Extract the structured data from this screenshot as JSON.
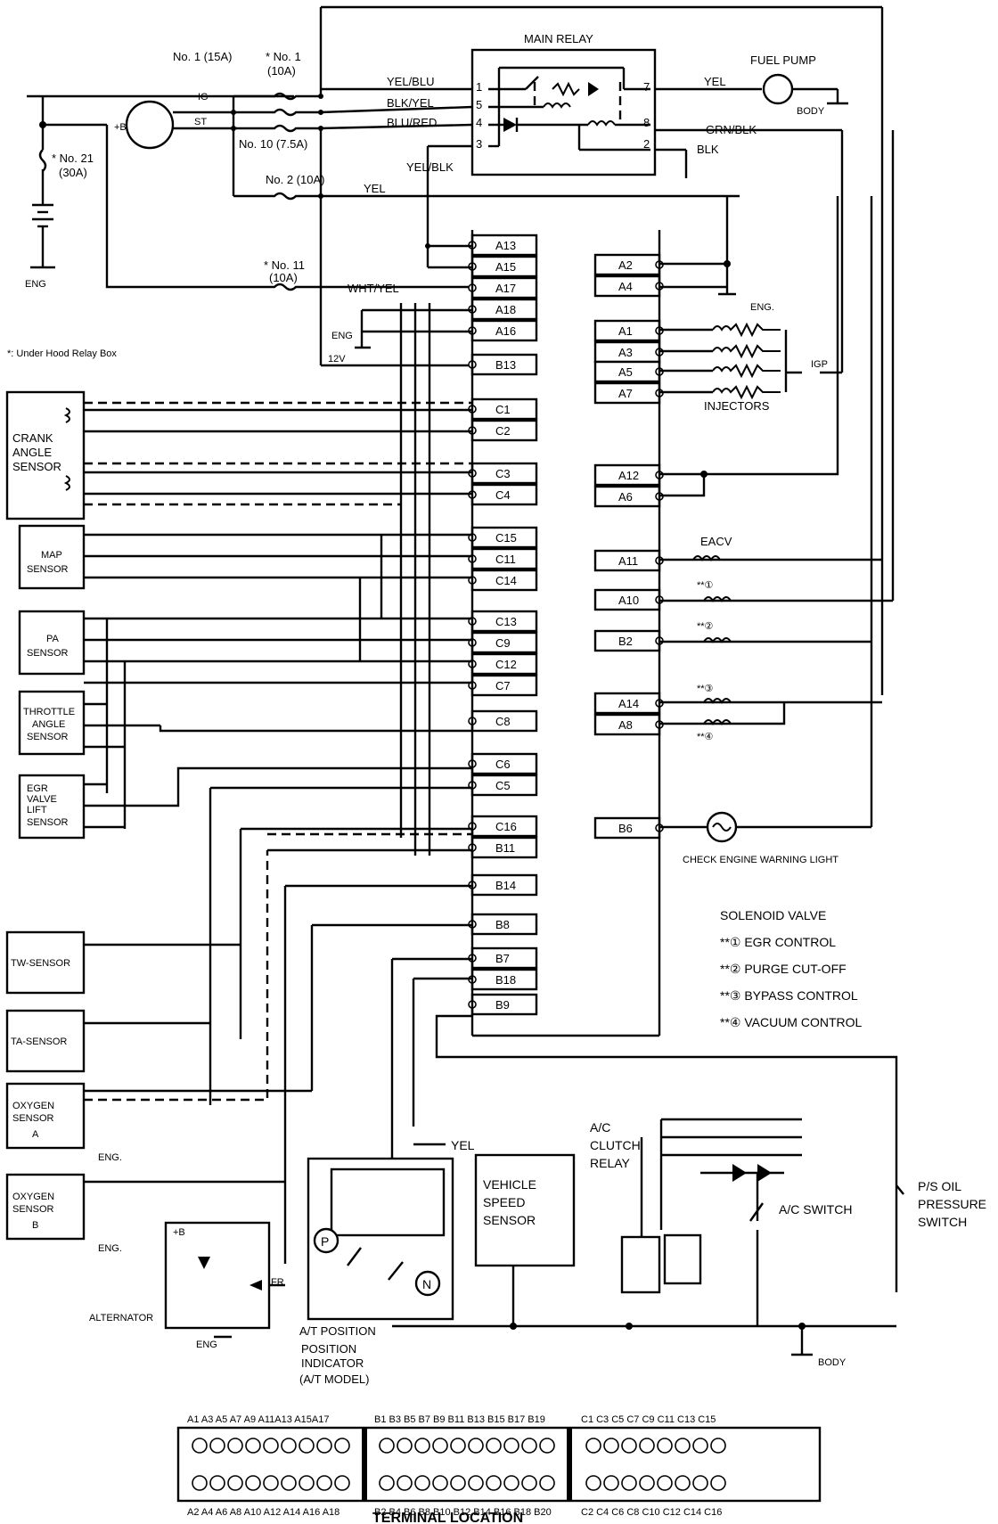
{
  "relay_box_note": "*: Under Hood Relay Box",
  "fuses": {
    "f1": "No. 1 (15A)",
    "f1b_a": "* No. 1",
    "f1b_b": "(10A)",
    "f10": "No. 10 (7.5A)",
    "f2": "No. 2 (10A)",
    "f21_a": "* No. 21",
    "f21_b": "(30A)",
    "f11_a": "* No. 11",
    "f11_b": "(10A)"
  },
  "ignition": {
    "b": "+B",
    "ig": "IG",
    "st": "ST"
  },
  "main_relay": {
    "title": "MAIN RELAY",
    "pins": [
      "1",
      "5",
      "4",
      "3",
      "7",
      "8",
      "2"
    ]
  },
  "wires": {
    "yel_blu": "YEL/BLU",
    "blk_yel": "BLK/YEL",
    "blu_red": "BLU/RED",
    "yel_blk": "YEL/BLK",
    "yel": "YEL",
    "wht_yel": "WHT/YEL",
    "grn_blk": "GRN/BLK",
    "blk": "BLK",
    "yel2": "YEL",
    "yel3": "YEL",
    "v12": "12V"
  },
  "grounds": {
    "eng": "ENG",
    "eng2": "ENG.",
    "eng3": "ENG.",
    "body": "BODY",
    "eng4": "ENG",
    "eng5": "ENG.",
    "eng6": "ENG.",
    "eng7": "ENG",
    "body2": "BODY"
  },
  "fuel_pump": "FUEL PUMP",
  "ecu_left_pins": [
    "A13",
    "A15",
    "A17",
    "A18",
    "A16",
    "B13",
    "C1",
    "C2",
    "C3",
    "C4",
    "C15",
    "C11",
    "C14",
    "C13",
    "C9",
    "C12",
    "C7",
    "C8",
    "C6",
    "C5",
    "C16",
    "B11",
    "B14",
    "B8",
    "B7",
    "B18",
    "B9"
  ],
  "ecu_right_pins": [
    "A2",
    "A4",
    "A1",
    "A3",
    "A5",
    "A7",
    "A12",
    "A6",
    "A11",
    "A10",
    "B2",
    "A14",
    "A8",
    "B6"
  ],
  "sensors": {
    "crank_a": "CRANK",
    "crank_b": "ANGLE",
    "crank_c": "SENSOR",
    "map_a": "MAP",
    "map_b": "SENSOR",
    "pa_a": "PA",
    "pa_b": "SENSOR",
    "thr_a": "THROTTLE",
    "thr_b": "ANGLE",
    "thr_c": "SENSOR",
    "egr_a": "EGR",
    "egr_b": "VALVE",
    "egr_c": "LIFT",
    "egr_d": "SENSOR",
    "tw": "TW-SENSOR",
    "ta": "TA-SENSOR",
    "o2a_a": "OXYGEN",
    "o2a_b": "SENSOR",
    "o2a_c": "A",
    "o2b_a": "OXYGEN",
    "o2b_b": "SENSOR",
    "o2b_c": "B"
  },
  "injectors": "INJECTORS",
  "igp": "IGP",
  "eacv": "EACV",
  "sol_marks": [
    "**①",
    "**②",
    "**③",
    "**④"
  ],
  "check_engine": "CHECK ENGINE WARNING LIGHT",
  "solenoid_legend": {
    "title": "SOLENOID VALVE",
    "items": [
      "**① EGR CONTROL",
      "**② PURGE CUT-OFF",
      "**③ BYPASS CONTROL",
      "**④ VACUUM CONTROL"
    ]
  },
  "ac_relay": {
    "a": "A/C",
    "b": "CLUTCH",
    "c": "RELAY"
  },
  "ac_switch": "A/C  SWITCH",
  "ps_switch": {
    "a": "P/S OIL",
    "b": "PRESSURE",
    "c": "SWITCH"
  },
  "vss": {
    "a": "VEHICLE",
    "b": "SPEED",
    "c": "SENSOR"
  },
  "at_position": {
    "p": "P",
    "n": "N",
    "a": "A/T POSITION",
    "b": "POSITION",
    "c": "INDICATOR",
    "d": "(A/T MODEL)"
  },
  "alternator": {
    "label": "ALTERNATOR",
    "b": "+B",
    "fr": "FR"
  },
  "terminal": {
    "title": "TERMINAL LOCATION",
    "top_a": "A1 A3 A5 A7 A9 A11A13 A15A17",
    "top_b": "B1 B3 B5 B7 B9 B11 B13 B15 B17 B19",
    "top_c": "C1 C3 C5 C7 C9 C11 C13 C15",
    "bot_a": "A2 A4 A6 A8 A10 A12 A14 A16 A18",
    "bot_b": "B2 B4 B6 B8 B10 B12 B14 B16 B18 B20",
    "bot_c": "C2 C4 C6 C8 C10 C12 C14 C16"
  }
}
